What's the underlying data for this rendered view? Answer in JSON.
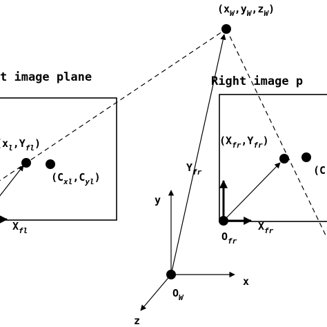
{
  "left_plane": {
    "title": "t image plane",
    "point_label": [
      "(x",
      "l",
      ",Y",
      "f",
      "l",
      ")"
    ],
    "center_label": [
      "(C",
      "x",
      "l",
      ",C",
      "y",
      "l",
      ")"
    ],
    "x_axis_label": [
      "X",
      "f",
      "l"
    ]
  },
  "right_plane": {
    "title": "Right image p",
    "point_label": [
      "(X",
      "f",
      "r",
      ",Y",
      "f",
      "r",
      ")"
    ],
    "center_label": "(C",
    "x_axis_label": [
      "X",
      "f",
      "r"
    ],
    "y_axis_label": [
      "Y",
      "f",
      "r"
    ],
    "origin_label": [
      "O",
      "f",
      "r"
    ]
  },
  "world": {
    "point_label": [
      "(x",
      "W",
      ",y",
      "W",
      ",z",
      "W",
      ")"
    ],
    "origin_label": [
      "O",
      "W"
    ],
    "axes": {
      "x": "x",
      "y": "y",
      "z": "z"
    }
  }
}
